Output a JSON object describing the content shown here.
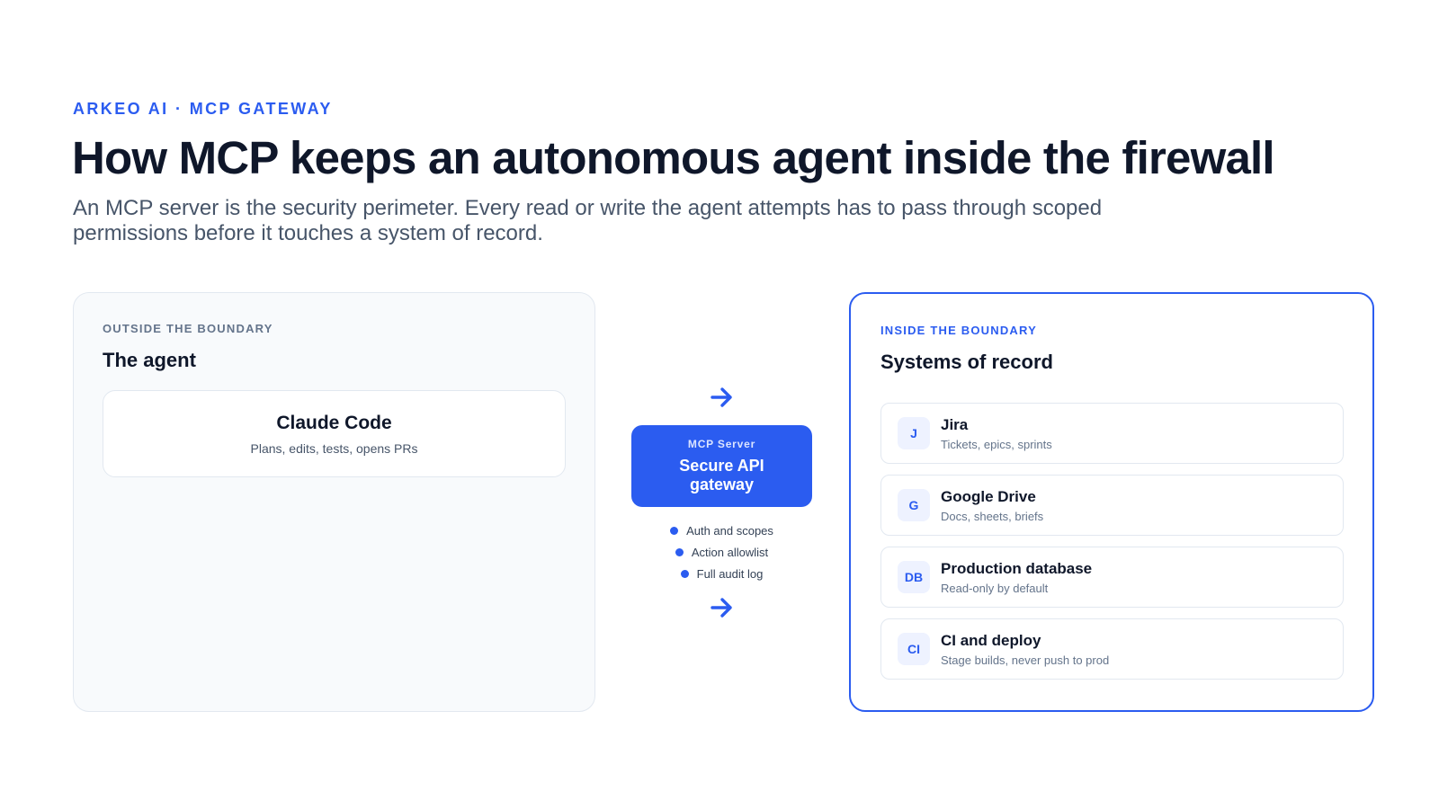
{
  "header": {
    "eyebrow": "ARKEO AI · MCP GATEWAY",
    "title": "How MCP keeps an autonomous agent inside the firewall",
    "subtitle": "An MCP server is the security perimeter. Every read or write the agent attempts has to pass through scoped permissions before it touches a system of record."
  },
  "outside": {
    "label": "OUTSIDE THE BOUNDARY",
    "title": "The agent",
    "agent": {
      "name": "Claude Code",
      "description": "Plans, edits, tests, opens PRs"
    }
  },
  "gateway": {
    "tag": "MCP Server",
    "name": "Secure API gateway",
    "features": [
      "Auth and scopes",
      "Action allowlist",
      "Full audit log"
    ],
    "arrow_icon": "arrow-right-icon"
  },
  "inside": {
    "label": "INSIDE THE BOUNDARY",
    "title": "Systems of record",
    "systems": [
      {
        "badge": "J",
        "name": "Jira",
        "description": "Tickets, epics, sprints"
      },
      {
        "badge": "G",
        "name": "Google Drive",
        "description": "Docs, sheets, briefs"
      },
      {
        "badge": "DB",
        "name": "Production database",
        "description": "Read-only by default"
      },
      {
        "badge": "CI",
        "name": "CI and deploy",
        "description": "Stage builds, never push to prod"
      }
    ]
  },
  "colors": {
    "accent": "#2b5cf0",
    "ink": "#0f172a",
    "muted": "#475569",
    "panel_bg": "#f8fafc",
    "border": "#e2e8f0"
  }
}
